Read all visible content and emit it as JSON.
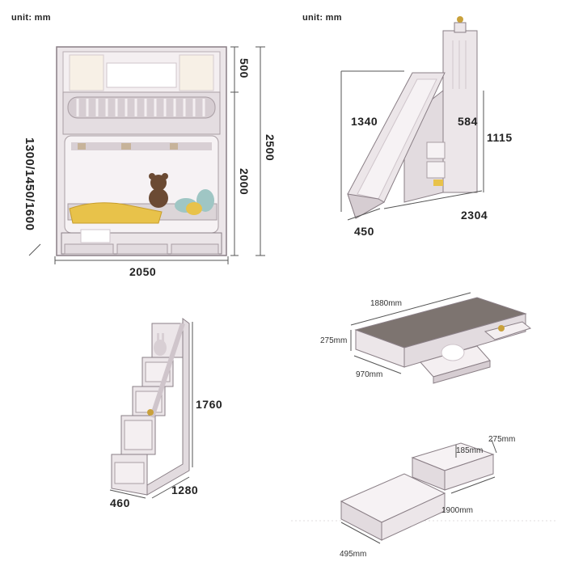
{
  "panels": {
    "bunk_bed": {
      "unit_label": "unit:  mm",
      "dims": {
        "top_rail": "500",
        "total_height": "2500",
        "lower_height": "2000",
        "side_height": "1300/1450/1600",
        "width": "2050"
      }
    },
    "slide": {
      "unit_label": "unit:  mm",
      "dims": {
        "height": "1340",
        "tower_width": "584",
        "tower_height": "1115",
        "length": "2304",
        "depth": "450"
      }
    },
    "trundle": {
      "dims": {
        "length": "1880mm",
        "height": "275mm",
        "width": "970mm"
      }
    },
    "stairs": {
      "dims": {
        "height": "1760",
        "length": "1280",
        "depth": "460"
      }
    },
    "drawers": {
      "dims": {
        "inner_height": "185mm",
        "height": "275mm",
        "length": "1900mm",
        "depth": "495mm"
      }
    }
  },
  "colors": {
    "frame": "#e9e3e6",
    "frame_shade": "#cfc5cb",
    "outline": "#8a7f86",
    "mattress": "#7d7470",
    "blanket": "#e8c24a",
    "teal": "#9fc6c4",
    "wood": "#d8cfd4",
    "gold": "#c9a13b"
  },
  "icons": [
    "teddy-bear-icon",
    "gold-knob-icon"
  ]
}
